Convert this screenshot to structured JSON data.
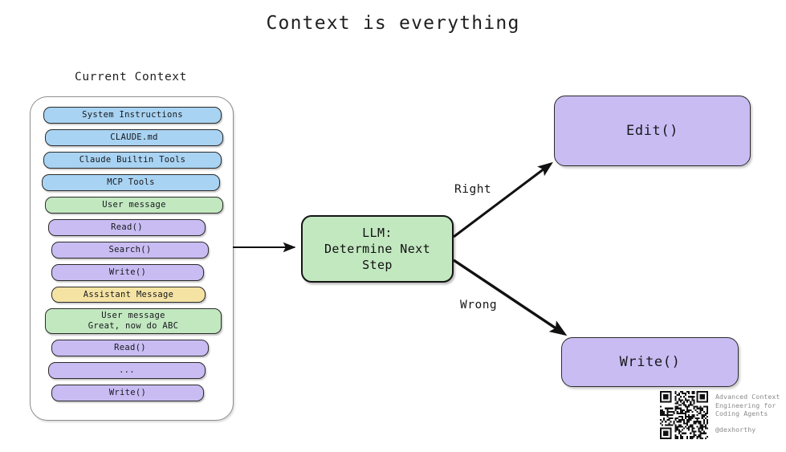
{
  "title": "Context is everything",
  "context_panel": {
    "heading": "Current Context",
    "items": [
      {
        "label": "System Instructions",
        "kind": "blue",
        "size": "w-full",
        "offset": "off-l3"
      },
      {
        "label": "CLAUDE.md",
        "kind": "blue",
        "size": "w-full",
        "offset": "off-l4"
      },
      {
        "label": "Claude Builtin Tools",
        "kind": "blue",
        "size": "w-full",
        "offset": "off-l3"
      },
      {
        "label": "MCP Tools",
        "kind": "blue",
        "size": "w-full",
        "offset": "off-l2"
      },
      {
        "label": "User message",
        "kind": "green",
        "size": "w-full",
        "offset": "off-l4"
      },
      {
        "label": "Read()",
        "kind": "purple",
        "size": "w-tool",
        "offset": "off-l6"
      },
      {
        "label": "Search()",
        "kind": "purple",
        "size": "w-tool",
        "offset": "off-l8"
      },
      {
        "label": "Write()",
        "kind": "purple",
        "size": "w-tool2",
        "offset": "off-l8"
      },
      {
        "label": "Assistant Message",
        "kind": "yellow",
        "size": "w-asst",
        "offset": "off-l8"
      },
      {
        "label": "User message",
        "label2": "Great, now do ABC",
        "kind": "green",
        "size": "w-umsg2",
        "offset": "off-l4"
      },
      {
        "label": "Read()",
        "kind": "purple",
        "size": "w-tool",
        "offset": "off-l8"
      },
      {
        "label": "...",
        "kind": "purple",
        "size": "w-tool",
        "offset": "off-l6"
      },
      {
        "label": "Write()",
        "kind": "purple",
        "size": "w-tool2",
        "offset": "off-l8"
      }
    ]
  },
  "llm_node": {
    "line1": "LLM:",
    "line2": "Determine Next",
    "line3": "Step"
  },
  "edges": [
    {
      "label": "Right",
      "from": "llm-node",
      "to": "node-edit"
    },
    {
      "label": "Wrong",
      "from": "llm-node",
      "to": "node-write"
    }
  ],
  "outcomes": [
    {
      "id": "edit",
      "label": "Edit()"
    },
    {
      "id": "write",
      "label": "Write()"
    }
  ],
  "watermark": {
    "line1": "Advanced Context",
    "line2": "Engineering for",
    "line3": "Coding Agents",
    "handle": "@dexhorthy"
  },
  "colors": {
    "blue": "#a9d3f2",
    "green": "#c2e8c0",
    "purple": "#c9bcf2",
    "yellow": "#f5e3a4",
    "stroke": "#2b2b2b",
    "background": "#ffffff"
  }
}
